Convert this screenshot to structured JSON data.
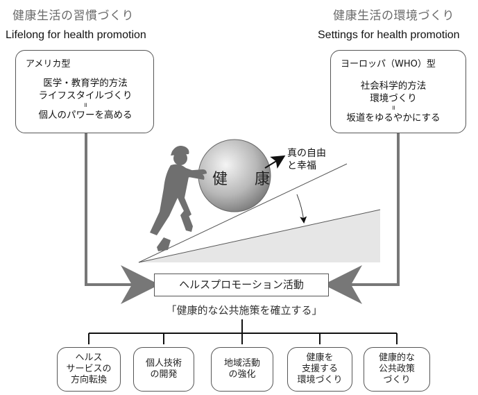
{
  "left_heading": {
    "title": "健康生活の習慣づくり",
    "subtitle": "Lifelong for health promotion",
    "type_label": "アメリカ型",
    "line1": "医学・教育学的方法",
    "line2": "ライフスタイルづくり",
    "equals": "॥",
    "line3": "個人のパワーを高める"
  },
  "right_heading": {
    "title": "健康生活の環境づくり",
    "subtitle": "Settings for health promotion",
    "type_label": "ヨーロッパ（WHO）型",
    "line1": "社会科学的方法",
    "line2": "環境づくり",
    "equals": "॥",
    "line3": "坂道をゆるやかにする"
  },
  "illustration": {
    "ball_label": "健 康",
    "goal_line1": "真の自由",
    "goal_line2": "と幸福"
  },
  "center": {
    "box_label": "ヘルスプロモーション活動",
    "motto": "「健康的な公共施策を確立する」"
  },
  "bottom_items": [
    {
      "line1": "ヘルス",
      "line2": "サービスの",
      "line3": "方向転換"
    },
    {
      "line1": "個人技術",
      "line2": "の開発",
      "line3": ""
    },
    {
      "line1": "地域活動",
      "line2": "の強化",
      "line3": ""
    },
    {
      "line1": "健康を",
      "line2": "支援する",
      "line3": "環境づくり"
    },
    {
      "line1": "健康的な",
      "line2": "公共政策",
      "line3": "づくり"
    }
  ],
  "colors": {
    "line": "#777777",
    "ball_light": "#f2f2f2",
    "ball_dark": "#7a7a7a",
    "figure": "#6f6f6f",
    "slope_fill": "#e6e6e6"
  }
}
